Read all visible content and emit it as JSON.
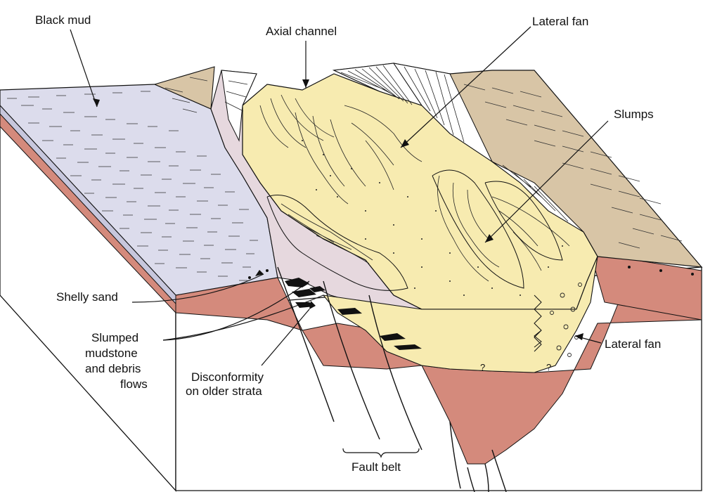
{
  "labels": {
    "black_mud": "Black mud",
    "axial_channel": "Axial channel",
    "lateral_fan_top": "Lateral fan",
    "slumps": "Slumps",
    "shelly_sand": "Shelly sand",
    "slumped_1": "Slumped",
    "slumped_2": "mudstone",
    "slumped_3": "and debris",
    "slumped_4": "flows",
    "disconformity_1": "Disconformity",
    "disconformity_2": "on older strata",
    "lateral_fan_right": "Lateral fan",
    "fault_belt": "Fault belt",
    "q1": "?",
    "q2": "?"
  },
  "colors": {
    "black_mud": "#dcdcec",
    "sand": "#f7ebb0",
    "strata": "#d48a7c",
    "slope": "#e6d8de",
    "highland": "#d8c5a6",
    "outline": "#111111"
  }
}
